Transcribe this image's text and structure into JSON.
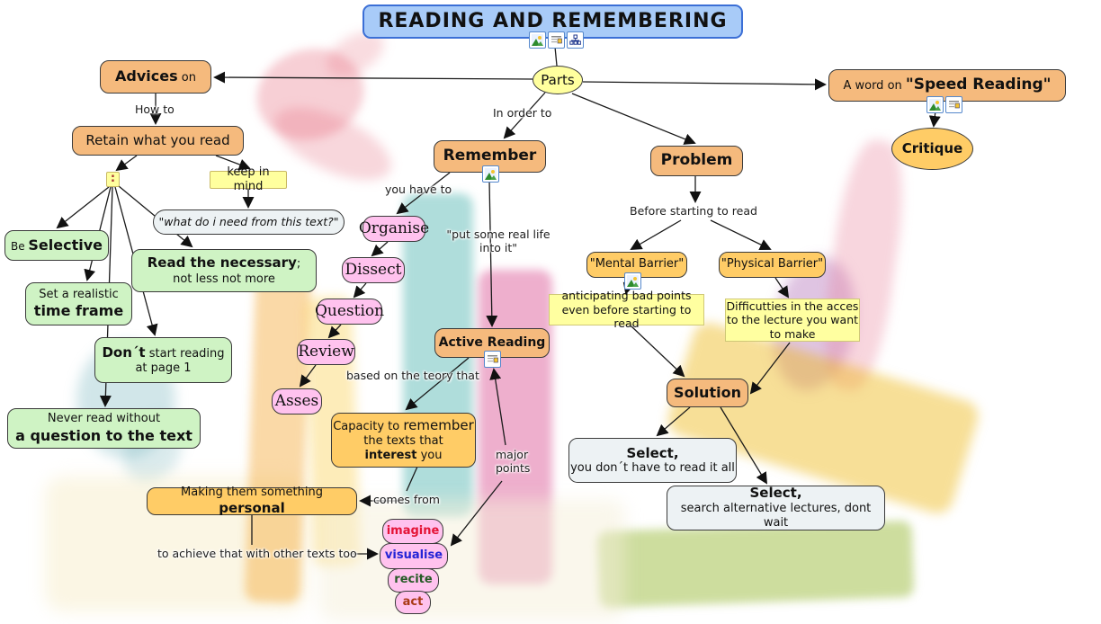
{
  "title": {
    "text": "READING AND REMEMBERING"
  },
  "colors": {
    "title_fill": "#a8cbf8",
    "title_border": "#3b6fd6",
    "concept": "#f5ba7d",
    "concept_deep": "#ffcc66",
    "advice": "#cff3c4",
    "process": "#ffc2ee",
    "sticky": "#ffffa0",
    "neutral": "#edf2f4",
    "imagine_text": "#e41336",
    "visualise_text": "#2424d6",
    "recite_text": "#265a26",
    "act_text": "#a83914"
  },
  "icons": {
    "title": [
      "image-icon",
      "document-icon",
      "hierarchy-icon"
    ],
    "remember": [
      "image-icon"
    ],
    "active_reading": [
      "document-icon"
    ],
    "mental_barrier": [
      "image-icon"
    ],
    "speed_reading": [
      "image-icon",
      "document-icon"
    ]
  },
  "nodes": {
    "parts": "Parts",
    "advices": {
      "bold": "Advices",
      "rest": " on"
    },
    "retain": "Retain what you read",
    "colon": ":",
    "keep_in_mind": "keep in mind",
    "what_question": "\"what do i need from this text?\"",
    "be_selective": {
      "pre": "Be ",
      "bold": "Selective"
    },
    "read_necessary": {
      "bold": "Read the necessary",
      "semi": ";",
      "line2": "not less not more"
    },
    "set_frame": {
      "line1": "Set a realistic",
      "bold": "time frame"
    },
    "dont": {
      "bold": "Don´t",
      "rest": " start reading",
      "line2": "at page 1"
    },
    "never_read": {
      "line1": "Never read without",
      "bold": "a question to the text"
    },
    "remember": "Remember",
    "organise": "Organise",
    "dissect": "Dissect",
    "question": "Question",
    "review": "Review",
    "asses": "Asses",
    "active_reading": "Active Reading",
    "capacity": {
      "pre": "Capacity to ",
      "big": "remember",
      "line2": "the texts that",
      "bold": "interest",
      "post": " you"
    },
    "personal": {
      "pre": "Making them something ",
      "bold": "personal"
    },
    "imagine": "imagine",
    "visualise": "visualise",
    "recite": "recite",
    "act": "act",
    "problem": "Problem",
    "mental": "\"Mental Barrier\"",
    "physical": "\"Physical Barrier\"",
    "note_anticipating": {
      "line1": "anticipating bad points",
      "line2": "even before starting to read"
    },
    "note_difficulties": {
      "line1": "Difficutties in the acces",
      "line2": "to the lecture you want",
      "line3": "to make"
    },
    "solution": "Solution",
    "select_read": {
      "bold": "Select,",
      "line2": "you don´t have to read it all"
    },
    "select_search": {
      "bold": "Select,",
      "line2": "search alternative lectures, dont wait"
    },
    "speed": {
      "pre": "A word on ",
      "bold": "\"Speed Reading\""
    },
    "critique": "Critique"
  },
  "link_labels": {
    "how_to": "How to",
    "in_order_to": "In order to",
    "you_have_to": "you have to",
    "put_real_life_1": "\"put some real life",
    "put_real_life_2": "into it\"",
    "based_on": "based on the teory that",
    "comes_from": "comes from",
    "major_1": "major",
    "major_2": "points",
    "before_starting": "Before starting to read",
    "achieve": "to achieve that with other texts too"
  }
}
